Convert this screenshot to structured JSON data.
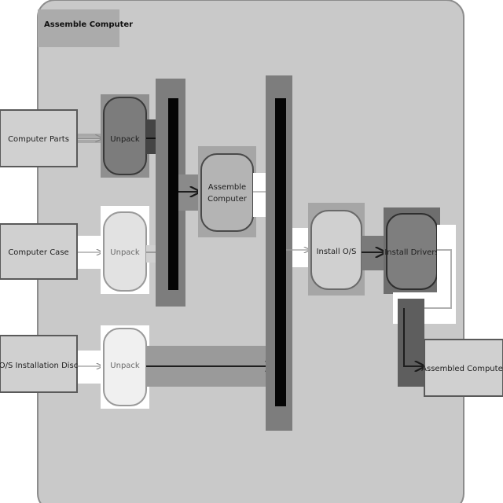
{
  "container": {
    "title": "Assemble Computer"
  },
  "inputs": {
    "computer_parts": "Computer Parts",
    "computer_case": "Computer Case",
    "os_disc": "O/S Installation Disc"
  },
  "actions": {
    "unpack_parts": "Unpack",
    "unpack_case": "Unpack",
    "unpack_disc": "Unpack",
    "assemble": [
      "Assemble",
      "Computer"
    ],
    "install_os": "Install O/S",
    "install_drivers": "Install Drivers"
  },
  "output": {
    "assembled_computer": "Assembled Computer"
  }
}
